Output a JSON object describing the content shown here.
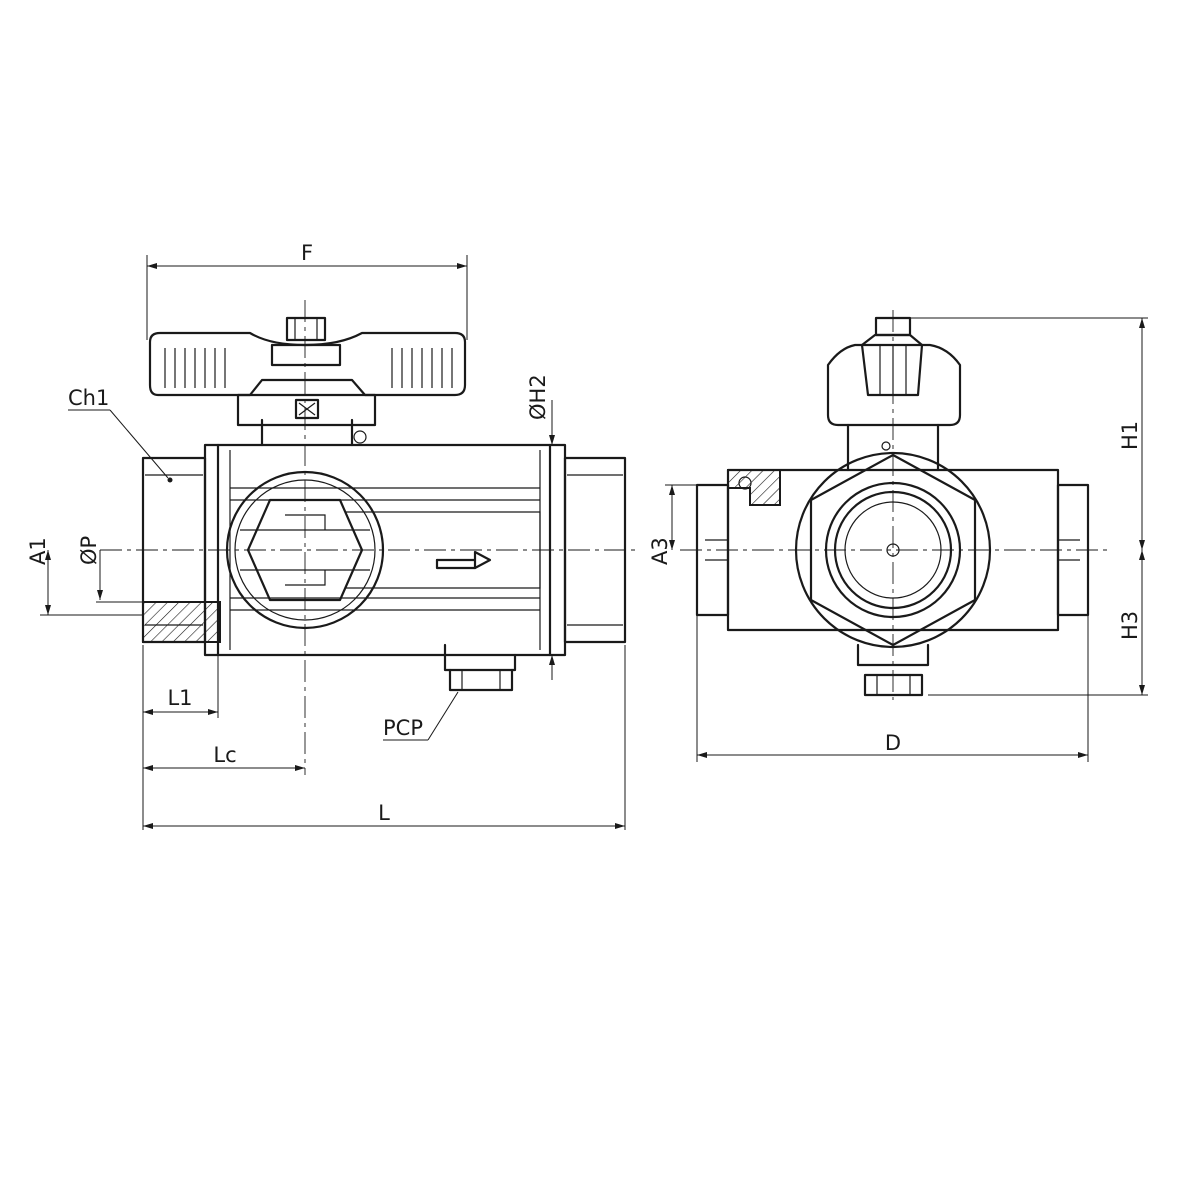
{
  "labels": {
    "F": "F",
    "Ch1": "Ch1",
    "H2": "ØH2",
    "A1": "A1",
    "P": "ØP",
    "L1": "L1",
    "Lc": "Lc",
    "L": "L",
    "PCP": "PCP",
    "A3": "A3",
    "D": "D",
    "H1": "H1",
    "H3": "H3"
  }
}
